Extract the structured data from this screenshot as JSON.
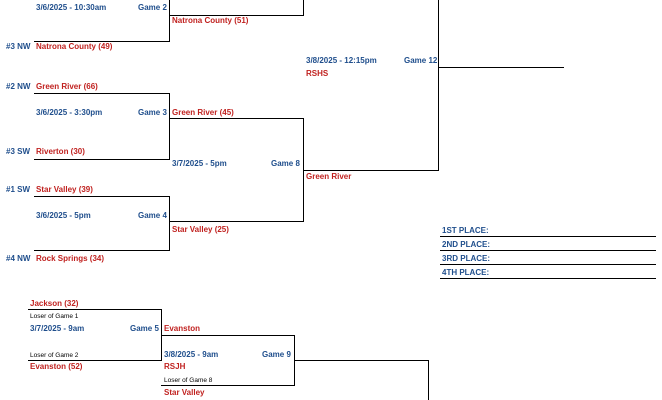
{
  "top": {
    "g2_date": "3/6/2025 - 10:30am",
    "g2_label": "Game 2",
    "g2_winner": "Natrona County (51)",
    "seed3nw": "#3 NW",
    "seed3nw_team": "Natrona County (49)",
    "g12_date": "3/8/2025 - 12:15pm",
    "g12_label": "Game 12",
    "g12_team": "RSHS",
    "seed2nw": "#2 NW",
    "seed2nw_team": "Green River (66)",
    "g3_date": "3/6/2025 - 3:30pm",
    "g3_label": "Game 3",
    "g3_winner": "Green River (45)",
    "seed3sw": "#3 SW",
    "seed3sw_team": "Riverton (30)",
    "g8_date": "3/7/2025 - 5pm",
    "g8_label": "Game 8",
    "g8_winner": "Green River",
    "seed1sw": "#1 SW",
    "seed1sw_team": "Star Valley (39)",
    "g4_date": "3/6/2025 - 5pm",
    "g4_label": "Game 4",
    "g4_winner": "Star Valley (25)",
    "seed4nw": "#4 NW",
    "seed4nw_team": "Rock Springs (34)"
  },
  "places": [
    "1ST PLACE:",
    "2ND PLACE:",
    "3RD PLACE:",
    "4TH PLACE:"
  ],
  "consolation": {
    "jackson": "Jackson (32)",
    "loser_g1": "Loser of Game 1",
    "g5_date": "3/7/2025 - 9am",
    "g5_label": "Game 5",
    "g5_winner": "Evanston",
    "loser_g2": "Loser of Game 2",
    "evanston": "Evanston (52)",
    "g9_date": "3/8/2025 - 9am",
    "g9_label": "Game 9",
    "g9_team": "RSJH",
    "loser_g8": "Loser of Game 8",
    "star_valley": "Star Valley"
  }
}
